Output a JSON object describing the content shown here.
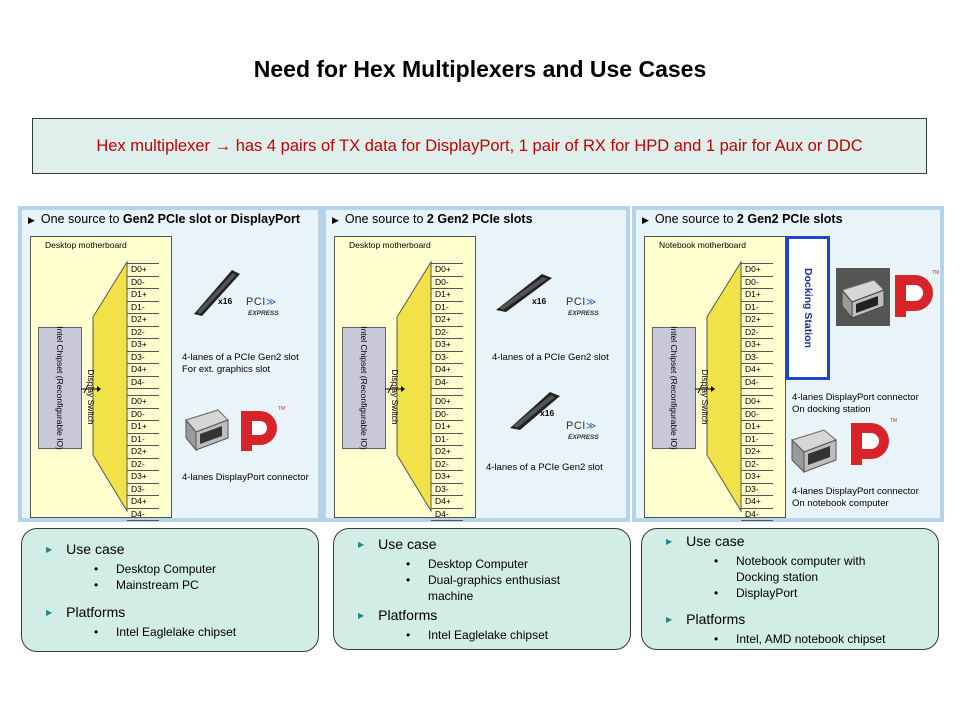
{
  "title": "Need for Hex Multiplexers and Use Cases",
  "banner": "Hex multiplexer → has 4 pairs of TX data for DisplayPort, 1 pair of RX for HPD and 1 pair for Aux or DDC",
  "panels": [
    {
      "heading_prefix": "One source to ",
      "heading_bold": "Gen2 PCIe slot or DisplayPort",
      "board_label": "Desktop motherboard",
      "chipset": "Intel Chipset (Reconfigurable IO)",
      "switch": "Display Switch",
      "slot_label": "x16",
      "pci_name": "PCI",
      "pci_sub": "EXPRESS",
      "caption_1a": "4-lanes of a PCIe Gen2 slot",
      "caption_1b": "For ext. graphics slot",
      "caption_2": "4-lanes DisplayPort connector",
      "tm": "TM"
    },
    {
      "heading_prefix": "One source to ",
      "heading_bold": "2 Gen2 PCIe slots",
      "board_label": "Desktop motherboard",
      "chipset": "Intel Chipset (Reconfigurable IO)",
      "switch": "Display Switch",
      "slot_label_1": "x16",
      "slot_label_2": "x16",
      "pci_name": "PCI",
      "pci_sub": "EXPRESS",
      "caption_1": "4-lanes of a PCIe Gen2 slot",
      "caption_2": "4-lanes of a PCIe Gen2 slot"
    },
    {
      "heading_prefix": "One source to ",
      "heading_bold": "2 Gen2 PCIe slots",
      "board_label": "Notebook motherboard",
      "chipset": "Intel Chipset (Reconfigurable IO)",
      "switch": "Display Switch",
      "dock": "Docking Station",
      "caption_1a": "4-lanes DisplayPort connector",
      "caption_1b": "On docking station",
      "caption_2a": "4-lanes DisplayPort connector",
      "caption_2b": "On notebook computer",
      "tm": "TM"
    }
  ],
  "pins": [
    "D0+",
    "D0-",
    "D1+",
    "D1-",
    "D2+",
    "D2-",
    "D3+",
    "D3-",
    "D4+",
    "D4-"
  ],
  "use_cases": [
    {
      "use_case_label": "Use case",
      "use_case_items": [
        "Desktop Computer",
        "Mainstream PC"
      ],
      "platforms_label": "Platforms",
      "platform_items": [
        "Intel Eaglelake chipset"
      ]
    },
    {
      "use_case_label": "Use case",
      "use_case_items": [
        "Desktop Computer",
        "Dual-graphics  enthusiast machine"
      ],
      "platforms_label": "Platforms",
      "platform_items": [
        "Intel Eaglelake chipset"
      ]
    },
    {
      "use_case_label": "Use case",
      "use_case_items": [
        "Notebook computer with Docking station",
        "DisplayPort"
      ],
      "platforms_label": "Platforms",
      "platform_items": [
        "Intel, AMD notebook chipset"
      ]
    }
  ],
  "colors": {
    "banner_text": "#c00000",
    "panel_border": "#b4d4ec",
    "board_fill": "#ffffd0",
    "switch_fill": "#f2e24a",
    "dock_border": "#2244cc",
    "dp_logo": "#d9232a",
    "use_case_fill": "#d2ece6"
  },
  "icons": {
    "heading_bullet": "triangle-right-icon",
    "pcie_slot": "pcie-slot-icon",
    "pci_express_logo": "pci-express-logo",
    "dp_connector": "displayport-connector-icon",
    "dp_logo": "displayport-logo"
  }
}
